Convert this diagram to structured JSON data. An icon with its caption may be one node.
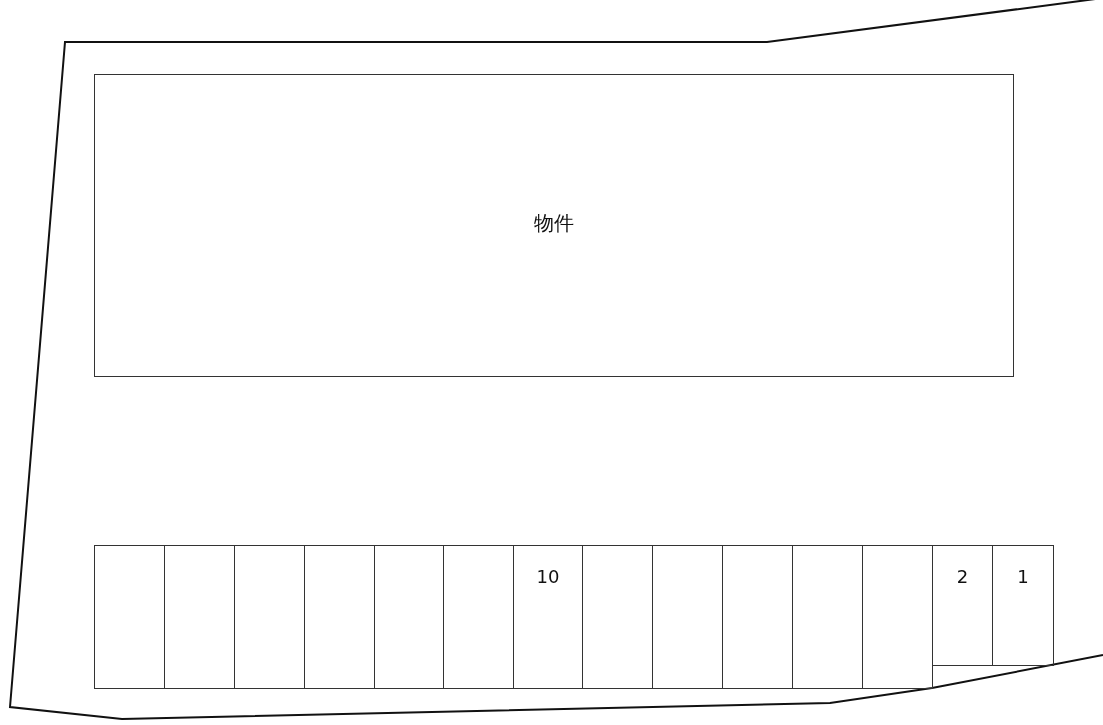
{
  "diagram": {
    "nodes": [
      {
        "text": [
          "物件"
        ]
      },
      {
        "text": [],
        "shape": "box"
      },
      {
        "text": [],
        "shape": "box"
      },
      {
        "text": [],
        "shape": "box"
      },
      {
        "text": [],
        "shape": "box"
      },
      {
        "text": [],
        "shape": "box"
      },
      {
        "text": [],
        "shape": "box"
      },
      {
        "text": [
          "10"
        ]
      },
      {
        "text": [],
        "shape": "box"
      },
      {
        "text": [],
        "shape": "box"
      },
      {
        "text": [],
        "shape": "box"
      },
      {
        "text": [],
        "shape": "box"
      },
      {
        "text": [],
        "shape": "box"
      },
      {
        "text": [
          "2"
        ]
      },
      {
        "text": [
          "1"
        ]
      }
    ],
    "edges": []
  }
}
